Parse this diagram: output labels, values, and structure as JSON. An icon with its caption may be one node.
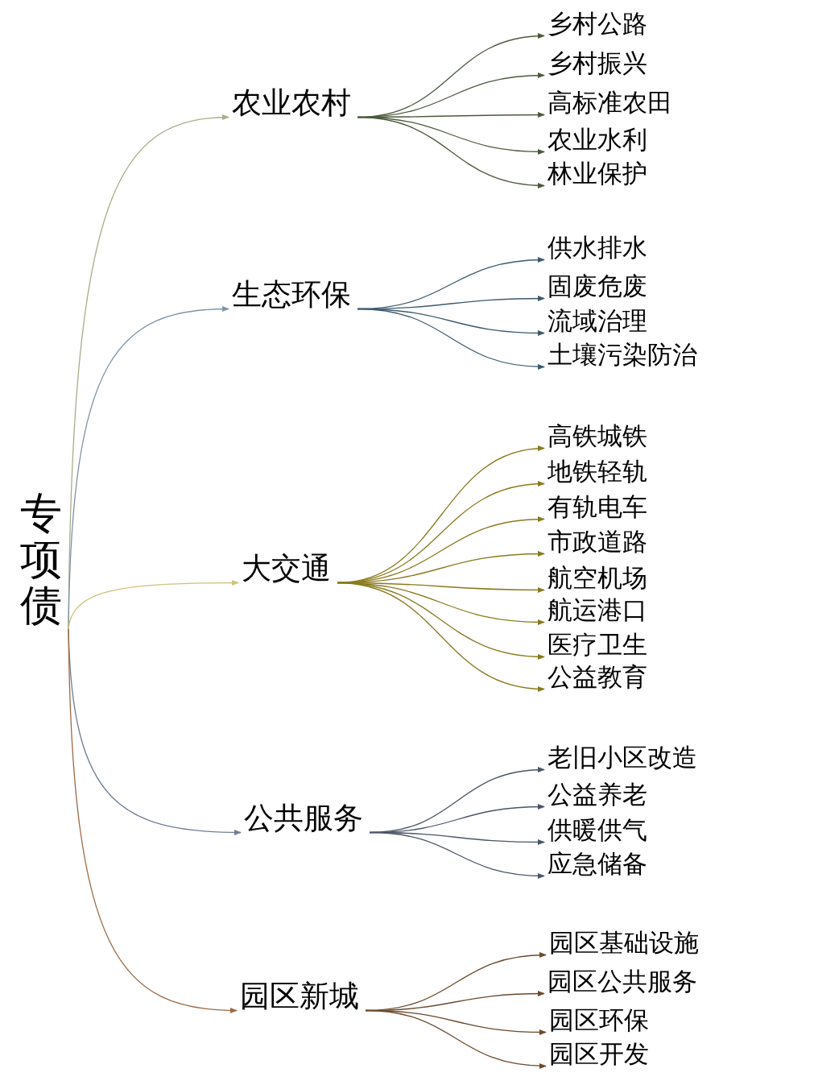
{
  "diagram": {
    "nodes": [
      {
        "text": [
          "专项债"
        ]
      },
      {
        "text": [
          "农业农村"
        ]
      },
      {
        "text": [
          "乡村公路"
        ]
      },
      {
        "text": [
          "乡村振兴"
        ]
      },
      {
        "text": [
          "高标准农田"
        ]
      },
      {
        "text": [
          "农业水利"
        ]
      },
      {
        "text": [
          "林业保护"
        ]
      },
      {
        "text": [
          "生态环保"
        ]
      },
      {
        "text": [
          "供水排水"
        ]
      },
      {
        "text": [
          "固废危废"
        ]
      },
      {
        "text": [
          "流域治理"
        ]
      },
      {
        "text": [
          "土壤污染防治"
        ]
      },
      {
        "text": [
          "大交通"
        ]
      },
      {
        "text": [
          "高铁城铁"
        ]
      },
      {
        "text": [
          "地铁轻轨"
        ]
      },
      {
        "text": [
          "有轨电车"
        ]
      },
      {
        "text": [
          "市政道路"
        ]
      },
      {
        "text": [
          "航空机场"
        ]
      },
      {
        "text": [
          "航运港口"
        ]
      },
      {
        "text": [
          "医疗卫生"
        ]
      },
      {
        "text": [
          "公益教育"
        ]
      },
      {
        "text": [
          "公共服务"
        ]
      },
      {
        "text": [
          "老旧小区改造"
        ]
      },
      {
        "text": [
          "公益养老"
        ]
      },
      {
        "text": [
          "供暖供气"
        ]
      },
      {
        "text": [
          "应急储备"
        ]
      },
      {
        "text": [
          "园区新城"
        ]
      },
      {
        "text": [
          "园区基础设施"
        ]
      },
      {
        "text": [
          "园区公共服务"
        ]
      },
      {
        "text": [
          "园区环保"
        ]
      },
      {
        "text": [
          "园区开发"
        ]
      }
    ],
    "edges": [
      {
        "from": 0,
        "to": 1,
        "arrow": "to",
        "color": "#a9ad8a"
      },
      {
        "from": 0,
        "to": 7,
        "arrow": "to",
        "color": "#7d95a6"
      },
      {
        "from": 0,
        "to": 12,
        "arrow": "to",
        "color": "#cfc27a"
      },
      {
        "from": 0,
        "to": 21,
        "arrow": "to",
        "color": "#6f7d92"
      },
      {
        "from": 0,
        "to": 26,
        "arrow": "to",
        "color": "#9c6a45"
      },
      {
        "from": 1,
        "to": 2,
        "arrow": "to",
        "color": "#4c5a3c"
      },
      {
        "from": 1,
        "to": 3,
        "arrow": "to",
        "color": "#4c5a3c"
      },
      {
        "from": 1,
        "to": 4,
        "arrow": "to",
        "color": "#4c5a3c"
      },
      {
        "from": 1,
        "to": 5,
        "arrow": "to",
        "color": "#4c5a3c"
      },
      {
        "from": 1,
        "to": 6,
        "arrow": "to",
        "color": "#4c5a3c"
      },
      {
        "from": 7,
        "to": 8,
        "arrow": "to",
        "color": "#3d5a6e"
      },
      {
        "from": 7,
        "to": 9,
        "arrow": "to",
        "color": "#3d5a6e"
      },
      {
        "from": 7,
        "to": 10,
        "arrow": "to",
        "color": "#3d5a6e"
      },
      {
        "from": 7,
        "to": 11,
        "arrow": "to",
        "color": "#3d5a6e"
      },
      {
        "from": 12,
        "to": 13,
        "arrow": "to",
        "color": "#8a7a1e"
      },
      {
        "from": 12,
        "to": 14,
        "arrow": "to",
        "color": "#8a7a1e"
      },
      {
        "from": 12,
        "to": 15,
        "arrow": "to",
        "color": "#8a7a1e"
      },
      {
        "from": 12,
        "to": 16,
        "arrow": "to",
        "color": "#8a7a1e"
      },
      {
        "from": 12,
        "to": 17,
        "arrow": "to",
        "color": "#8a7a1e"
      },
      {
        "from": 12,
        "to": 18,
        "arrow": "to",
        "color": "#8a7a1e"
      },
      {
        "from": 12,
        "to": 19,
        "arrow": "to",
        "color": "#8a7a1e"
      },
      {
        "from": 12,
        "to": 20,
        "arrow": "to",
        "color": "#8a7a1e"
      },
      {
        "from": 21,
        "to": 22,
        "arrow": "to",
        "color": "#4a5568"
      },
      {
        "from": 21,
        "to": 23,
        "arrow": "to",
        "color": "#4a5568"
      },
      {
        "from": 21,
        "to": 24,
        "arrow": "to",
        "color": "#4a5568"
      },
      {
        "from": 21,
        "to": 25,
        "arrow": "to",
        "color": "#4a5568"
      },
      {
        "from": 26,
        "to": 27,
        "arrow": "to",
        "color": "#6b4a2c"
      },
      {
        "from": 26,
        "to": 28,
        "arrow": "to",
        "color": "#6b4a2c"
      },
      {
        "from": 26,
        "to": 29,
        "arrow": "to",
        "color": "#6b4a2c"
      },
      {
        "from": 26,
        "to": 30,
        "arrow": "to",
        "color": "#6b4a2c"
      }
    ]
  }
}
